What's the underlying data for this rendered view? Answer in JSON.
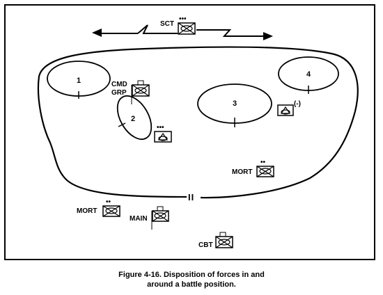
{
  "figure": {
    "labels": {
      "sct": "SCT",
      "sct_echelon": "•••",
      "cmd": "CMD",
      "grp": "GRP",
      "area_1": "1",
      "area_2": "2",
      "area_3": "3",
      "area_4": "4",
      "area_4_reduced": "(-)",
      "area_2_echelon": "•••",
      "mort_inner": "MORT",
      "mort_inner_echelon": "••",
      "boundary_mark": "II",
      "mort_outer": "MORT",
      "mort_outer_echelon": "••",
      "main": "MAIN",
      "cbt": "CBT"
    },
    "caption_line1": "Figure 4-16.   Disposition of forces in and",
    "caption_line2": "around a battle position."
  }
}
